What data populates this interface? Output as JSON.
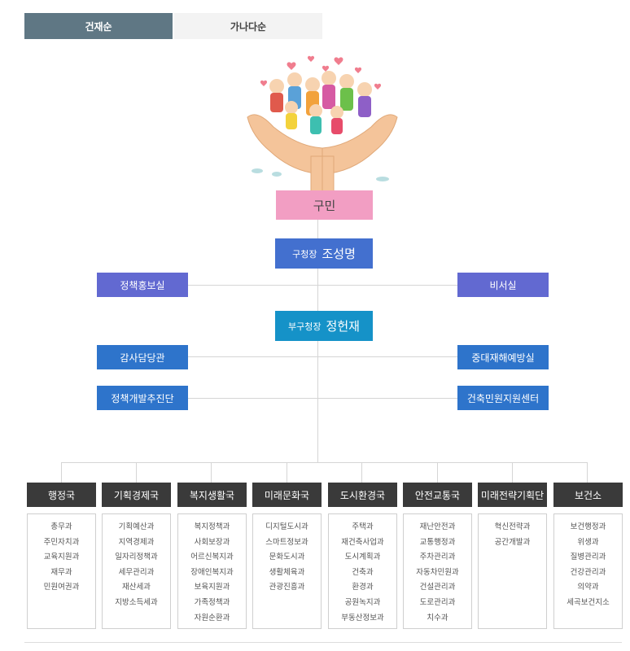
{
  "tabs": {
    "by_building": "건재순",
    "by_alpha": "가나다순"
  },
  "citizen": "구민",
  "mayor": {
    "role": "구청장",
    "name": "조성명"
  },
  "policy_pr": "정책홍보실",
  "secretary": "비서실",
  "vice_mayor": {
    "role": "부구청장",
    "name": "정헌재"
  },
  "audit": "감사담당관",
  "disaster": "중대재해예방실",
  "policy_dev": "정책개발추진단",
  "building_center": "건축민원지원센터",
  "departments": [
    {
      "name": "행정국",
      "teams": [
        "총무과",
        "주민자치과",
        "교육지원과",
        "재무과",
        "민원여권과"
      ]
    },
    {
      "name": "기획경제국",
      "teams": [
        "기획예산과",
        "지역경제과",
        "일자리정책과",
        "세무관리과",
        "재산세과",
        "지방소득세과"
      ]
    },
    {
      "name": "복지생활국",
      "teams": [
        "복지정책과",
        "사회보장과",
        "어르신복지과",
        "장애인복지과",
        "보육지원과",
        "가족정책과",
        "자원순환과"
      ]
    },
    {
      "name": "미래문화국",
      "teams": [
        "디지털도시과",
        "스마트정보과",
        "문화도시과",
        "생활체육과",
        "관광진흥과"
      ]
    },
    {
      "name": "도시환경국",
      "teams": [
        "주택과",
        "재건축사업과",
        "도시계획과",
        "건축과",
        "환경과",
        "공원녹지과",
        "부동산정보과"
      ]
    },
    {
      "name": "안전교통국",
      "teams": [
        "재난안전과",
        "교통행정과",
        "주차관리과",
        "자동차민원과",
        "건설관리과",
        "도로관리과",
        "치수과"
      ]
    },
    {
      "name": "미래전략기획단",
      "teams": [
        "혁신전략과",
        "공간개발과"
      ]
    },
    {
      "name": "보건소",
      "teams": [
        "보건행정과",
        "위생과",
        "질병관리과",
        "건강관리과",
        "의약과",
        "세곡보건지소"
      ]
    }
  ]
}
